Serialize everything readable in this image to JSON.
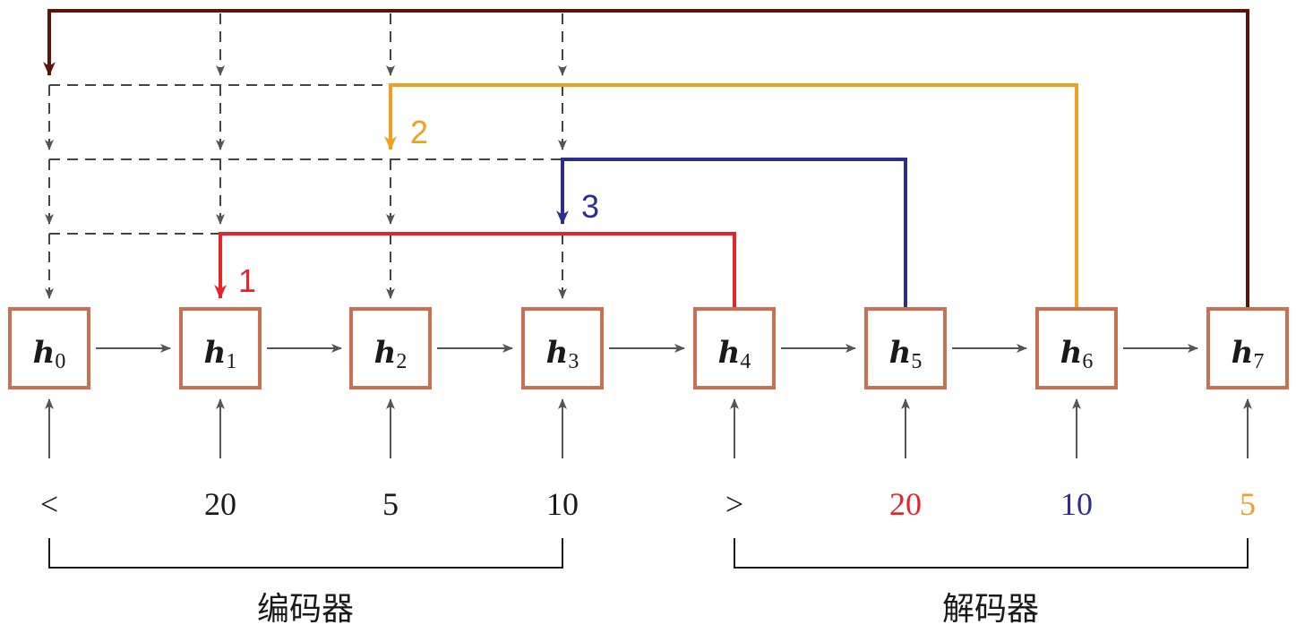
{
  "nodes": [
    {
      "base": "h",
      "sub": "0"
    },
    {
      "base": "h",
      "sub": "1"
    },
    {
      "base": "h",
      "sub": "2"
    },
    {
      "base": "h",
      "sub": "3"
    },
    {
      "base": "h",
      "sub": "4"
    },
    {
      "base": "h",
      "sub": "5"
    },
    {
      "base": "h",
      "sub": "6"
    },
    {
      "base": "h",
      "sub": "7"
    }
  ],
  "tokens": [
    {
      "text": "<",
      "color": "#1a1a1a"
    },
    {
      "text": "20",
      "color": "#1a1a1a"
    },
    {
      "text": "5",
      "color": "#1a1a1a"
    },
    {
      "text": "10",
      "color": "#1a1a1a"
    },
    {
      "text": ">",
      "color": "#1a1a1a"
    },
    {
      "text": "20",
      "color": "#e8232a"
    },
    {
      "text": "10",
      "color": "#2b2e8e"
    },
    {
      "text": "5",
      "color": "#f0a020"
    }
  ],
  "attention": [
    {
      "label": "1",
      "color": "#e8232a",
      "from_node": 4,
      "to_node": 1
    },
    {
      "label": "2",
      "color": "#f0a020",
      "from_node": 6,
      "to_node": 2
    },
    {
      "label": "3",
      "color": "#2b2e8e",
      "from_node": 5,
      "to_node": 3
    },
    {
      "label": "",
      "color": "#5a1408",
      "from_node": 7,
      "to_node": 0
    }
  ],
  "groups": {
    "encoder": "编码器",
    "decoder": "解码器"
  },
  "colors": {
    "box_border": "#c8704f",
    "arrow": "#555555",
    "dashed": "#444444"
  }
}
